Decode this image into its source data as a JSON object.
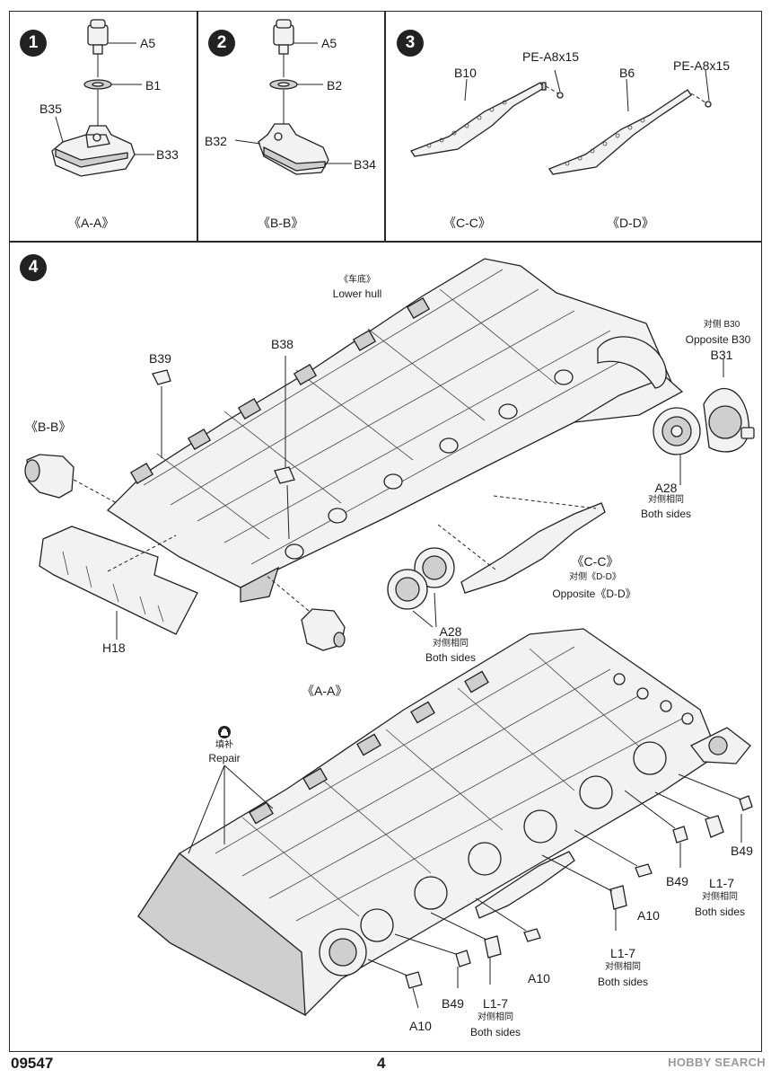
{
  "steps": {
    "s1": {
      "number": "1",
      "parts": [
        "A5",
        "B1",
        "B35",
        "B33"
      ],
      "subassembly": "《A-A》"
    },
    "s2": {
      "number": "2",
      "parts": [
        "A5",
        "B2",
        "B32",
        "B34"
      ],
      "subassembly": "《B-B》"
    },
    "s3": {
      "number": "3",
      "parts": [
        "B10",
        "PE-A8x15",
        "B6",
        "PE-A8x15"
      ],
      "subassembly_left": "《C-C》",
      "subassembly_right": "《D-D》"
    },
    "s4": {
      "number": "4",
      "lower_hull_cn": "《车底》",
      "lower_hull_en": "Lower hull",
      "b39": "B39",
      "b38": "B38",
      "bb_ref": "《B-B》",
      "aa_ref": "《A-A》",
      "h18": "H18",
      "opp_b30_cn": "对侧 B30",
      "opp_b30_en": "Opposite B30",
      "b31": "B31",
      "a28_a": "A28",
      "both_cn_a": "对侧相同",
      "both_en_a": "Both sides",
      "cc_ref": "《C-C》",
      "opp_dd_cn": "对侧《D-D》",
      "opp_dd_en": "Opposite《D-D》",
      "a28_b": "A28",
      "both_cn_b": "对侧相同",
      "both_en_b": "Both sides",
      "repair_cn": "填补",
      "repair_en": "Repair",
      "b49_a": "B49",
      "b49_b": "B49",
      "b49_c": "B49",
      "l17_a": "L1-7",
      "l17_b": "L1-7",
      "l17_c": "L1-7",
      "both_cn_c": "对侧相同",
      "both_en_c": "Both sides",
      "both_cn_d": "对侧相同",
      "both_en_d": "Both sides",
      "both_cn_e": "对侧相同",
      "both_en_e": "Both sides",
      "a10_a": "A10",
      "a10_b": "A10",
      "a10_c": "A10"
    }
  },
  "footer": {
    "kit_number": "09547",
    "page_number": "4"
  },
  "watermark": "HOBBY SEARCH",
  "icons": {
    "step_badge": "filled-circle",
    "repair": "repair-icon"
  }
}
